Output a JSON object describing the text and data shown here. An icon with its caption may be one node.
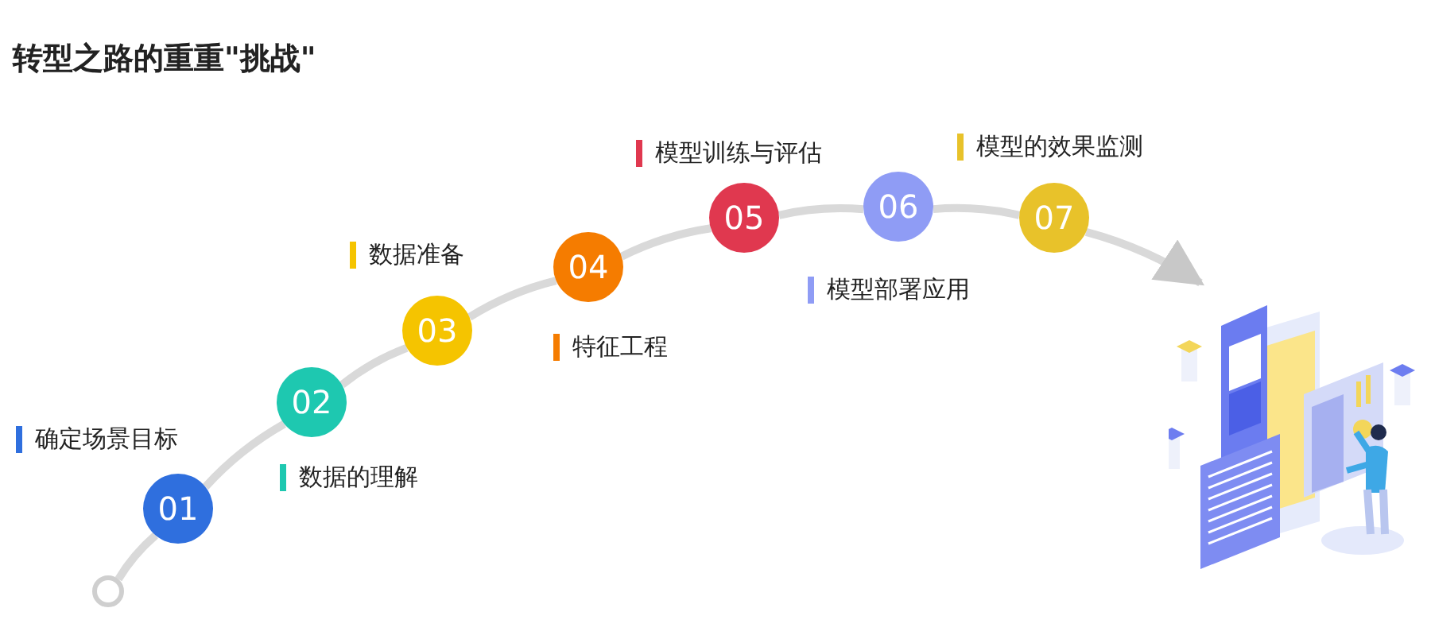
{
  "diagram": {
    "title": "转型之路的重重\"挑战\"",
    "nodes": [
      {
        "text": [],
        "shape": "circle"
      },
      {
        "text": [
          "01"
        ],
        "beside": [
          "确定场景目标"
        ]
      },
      {
        "text": [
          "02"
        ],
        "beside": [
          "数据的理解"
        ]
      },
      {
        "text": [
          "03"
        ],
        "beside": [
          "数据准备"
        ]
      },
      {
        "text": [
          "04"
        ],
        "beside": [
          "特征工程"
        ]
      },
      {
        "text": [
          "05"
        ],
        "beside": [
          "模型训练与评估"
        ]
      },
      {
        "text": [
          "06"
        ],
        "beside": [
          "模型部署应用"
        ]
      },
      {
        "text": [
          "07"
        ],
        "beside": [
          "模型的效果监测"
        ]
      },
      {
        "text": [],
        "shape": "picture"
      }
    ],
    "edges": [
      {
        "from": 0,
        "to": 1,
        "arrow": "none"
      },
      {
        "from": 1,
        "to": 2,
        "arrow": "none"
      },
      {
        "from": 2,
        "to": 3,
        "arrow": "none"
      },
      {
        "from": 3,
        "to": 4,
        "arrow": "none"
      },
      {
        "from": 4,
        "to": 5,
        "arrow": "none"
      },
      {
        "from": 5,
        "to": 6,
        "arrow": "none"
      },
      {
        "from": 6,
        "to": 7,
        "arrow": "none"
      },
      {
        "from": 7,
        "to": 8,
        "arrow": "to"
      }
    ]
  }
}
